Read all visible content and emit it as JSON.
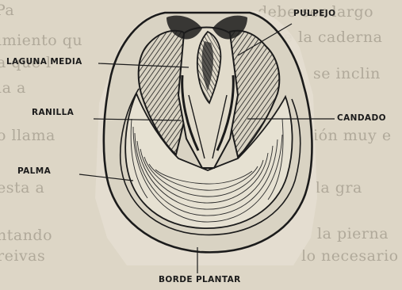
{
  "labels": {
    "pulpejo": "PULPEJO",
    "laguna_media": "LAGUNA MEDIA",
    "ranilla": "RANILLA",
    "candado": "CANDADO",
    "palma": "PALMA",
    "borde_plantar": "BORDE PLANTAR"
  },
  "background_text": [
    "Pa",
    "imiento qu",
    "a que l",
    "la a",
    "o llama",
    "esta a",
    "ntando",
    "reivas",
    "debe ser largo",
    "de la caderna",
    "se inclin",
    "ión muy e",
    "y la gra",
    "la pierna",
    "lo necesario"
  ],
  "colors": {
    "ink": "#1b1b1b",
    "paper": "#ddd6c6",
    "background_text": "#8c8577"
  }
}
